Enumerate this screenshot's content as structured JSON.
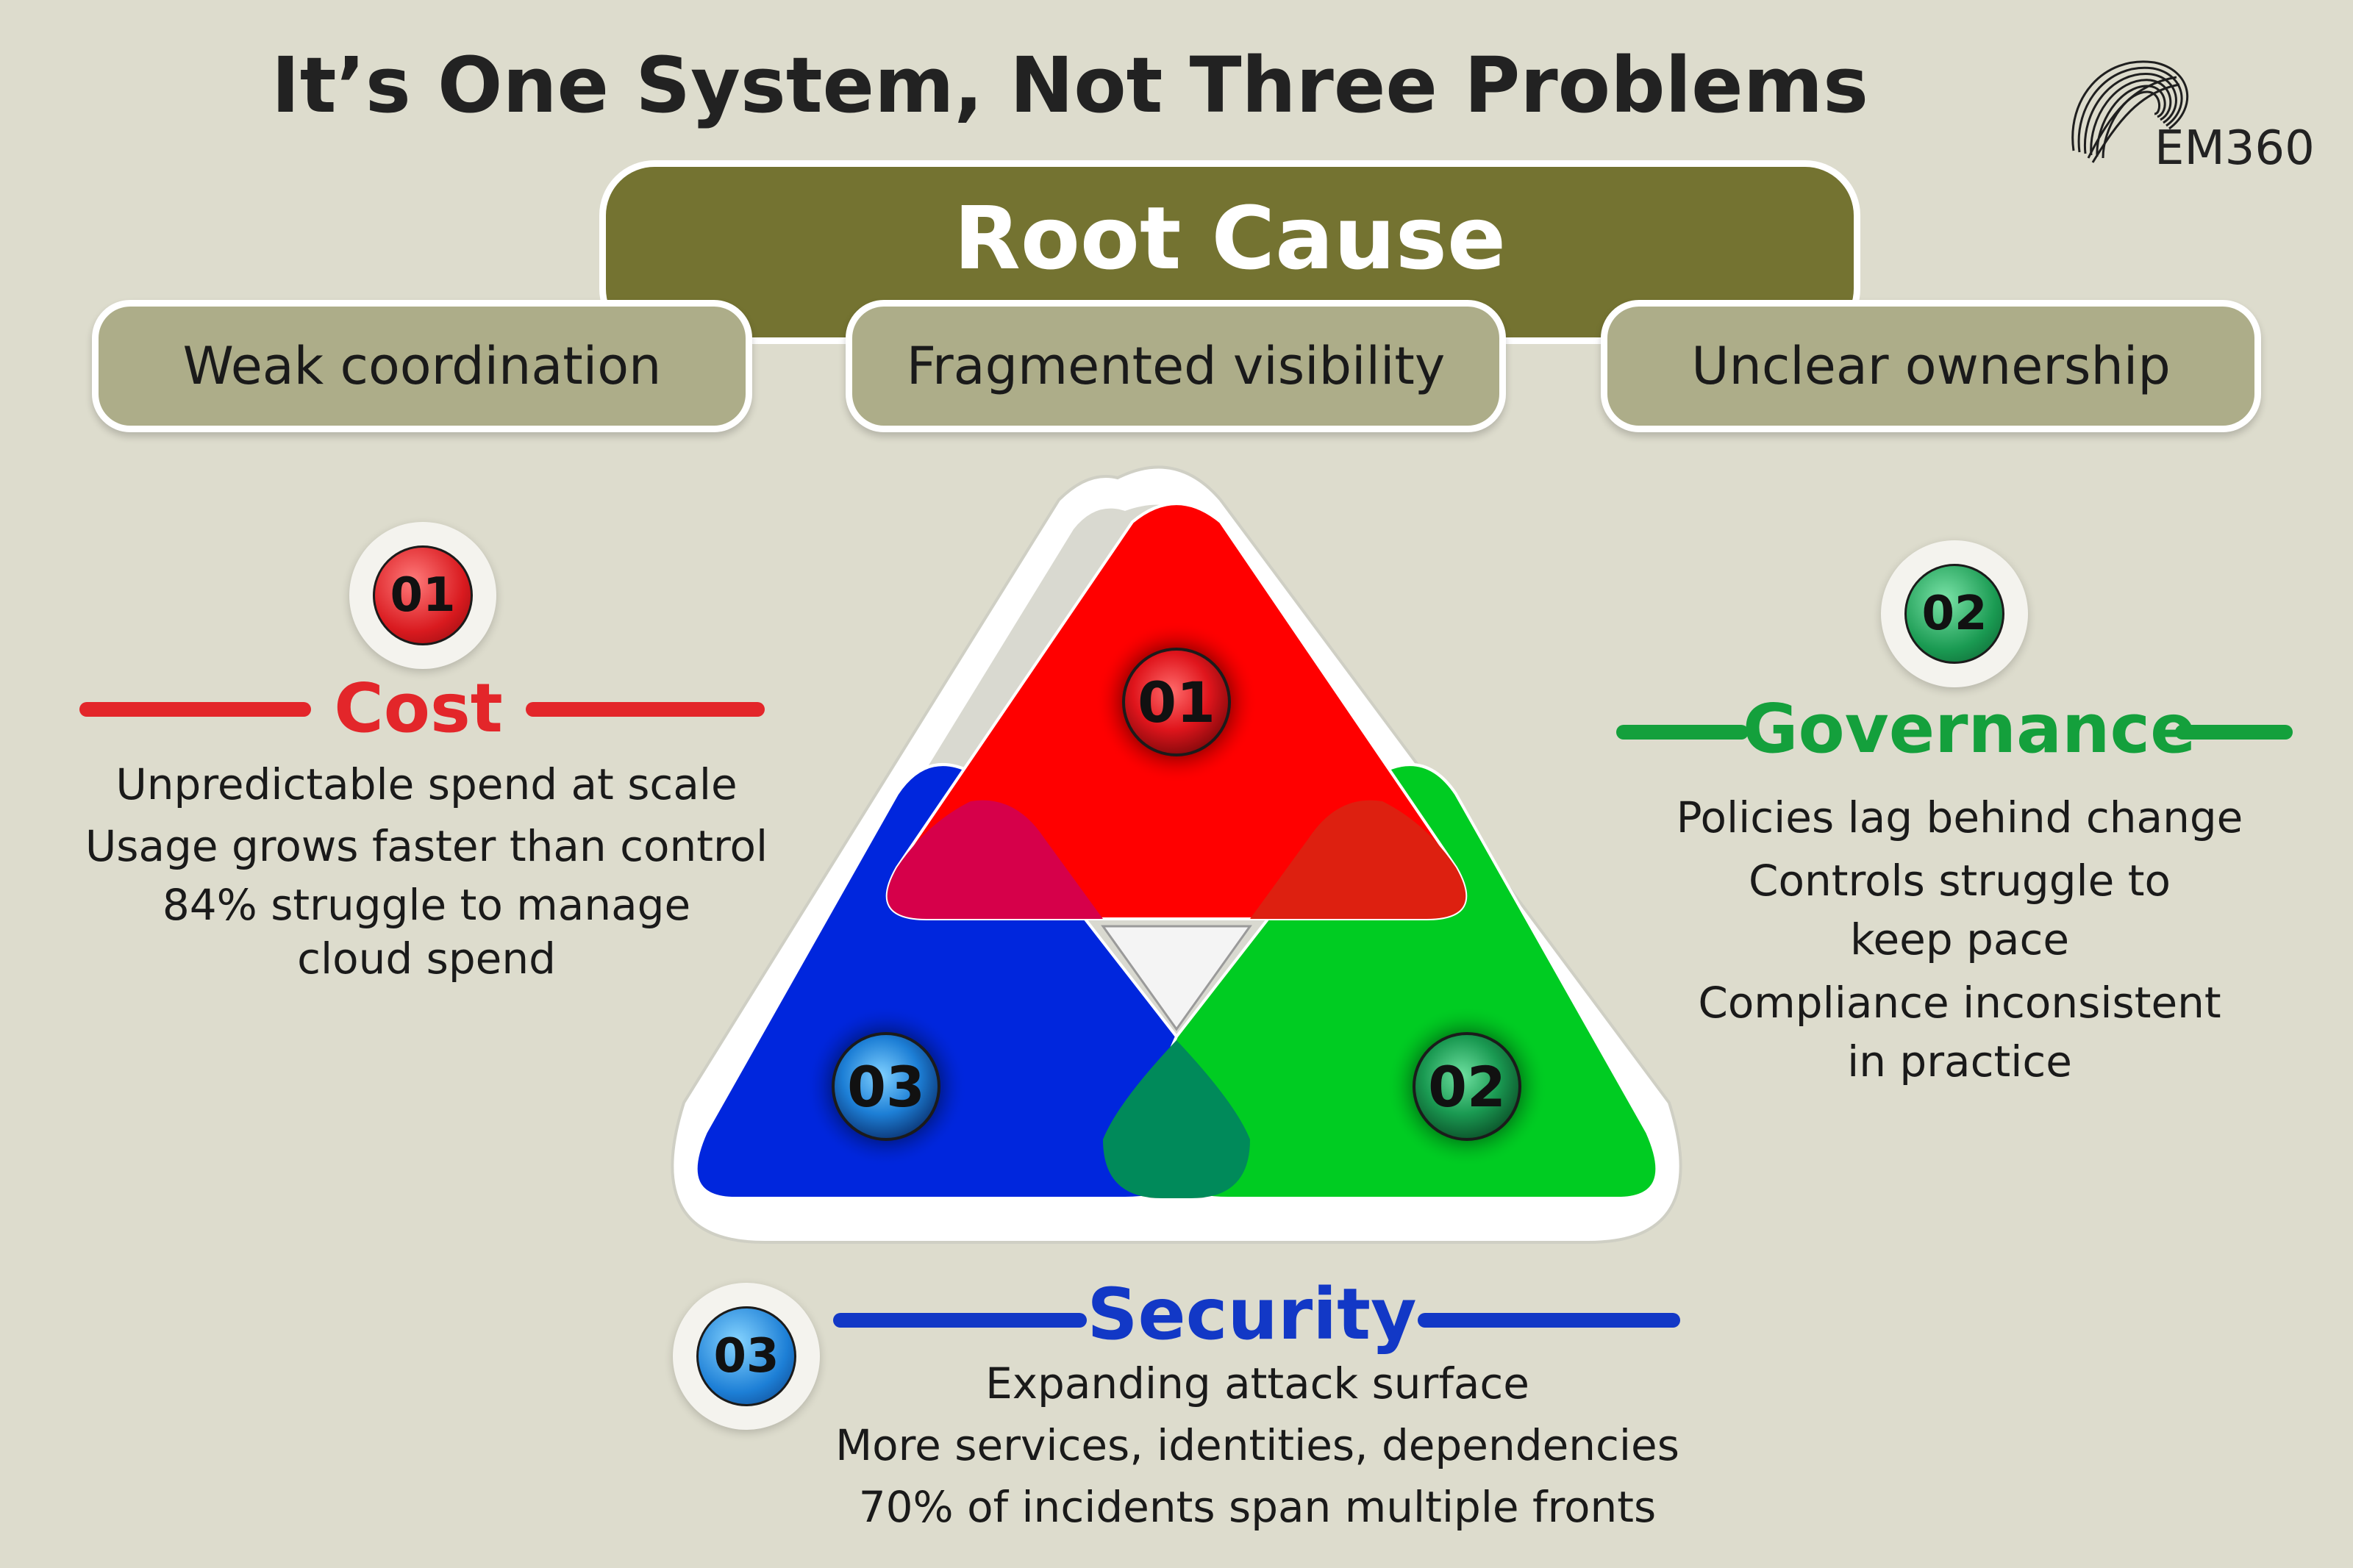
{
  "title": "It’s One System, Not Three Problems",
  "logo": {
    "text": "EM360"
  },
  "root": {
    "title": "Root Cause",
    "causes": [
      "Weak coordination",
      "Fragmented visibility",
      "Unclear ownership"
    ]
  },
  "triangle": {
    "badges": [
      "01",
      "02",
      "03"
    ],
    "colors": {
      "cost": "#ff0000",
      "governance": "#00cc22",
      "security": "#0026dd"
    }
  },
  "cost": {
    "number": "01",
    "heading": "Cost",
    "color": "#e3262a",
    "lines": [
      "Unpredictable spend at scale",
      "Usage grows faster than control",
      "84% struggle to manage",
      "cloud spend"
    ]
  },
  "governance": {
    "number": "02",
    "heading": "Governance",
    "color": "#14a03c",
    "lines": [
      "Policies lag behind change",
      "Controls struggle to",
      "keep pace",
      "Compliance inconsistent",
      "in practice"
    ]
  },
  "security": {
    "number": "03",
    "heading": "Security",
    "color": "#1238c6",
    "lines": [
      "Expanding attack surface",
      "More services, identities, dependencies",
      "70% of incidents span multiple fronts"
    ]
  }
}
